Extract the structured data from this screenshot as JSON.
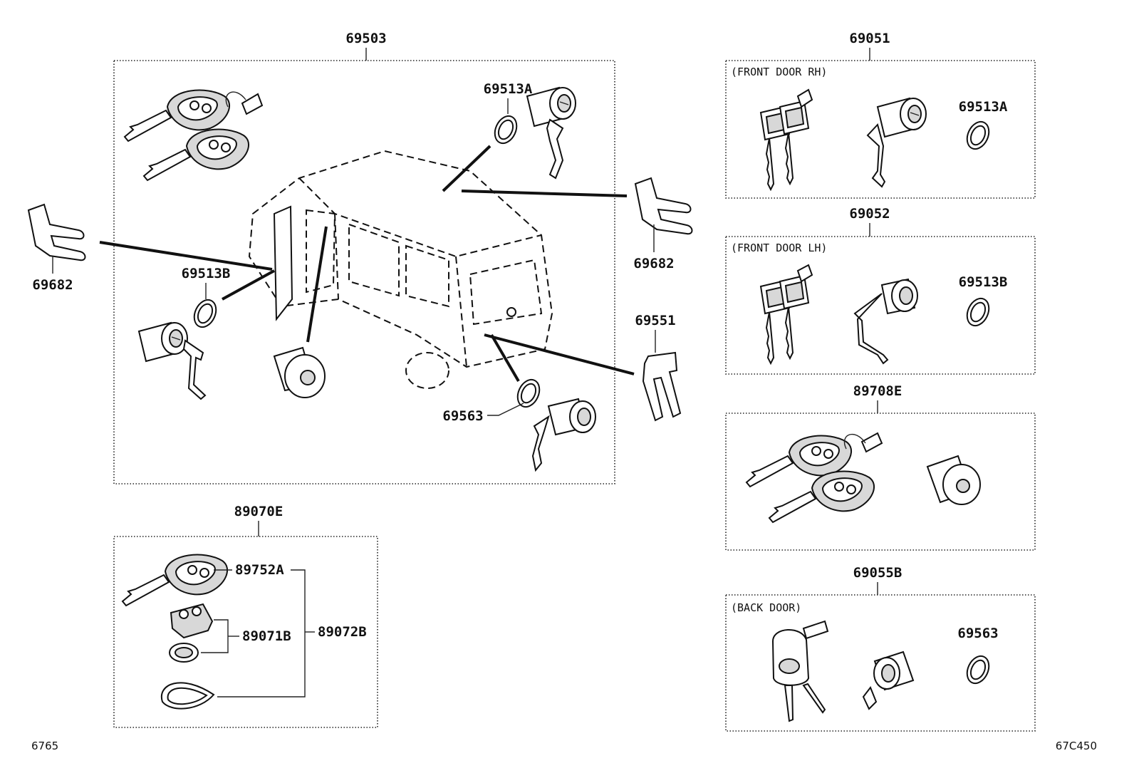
{
  "main_assembly": {
    "part_no": "69503",
    "labels": {
      "lock_front_rh_ring": "69513A",
      "lock_front_lh_ring": "69513B",
      "back_door_ring": "69563",
      "bracket_left": "69682",
      "bracket_right": "69682",
      "bracket_back": "69551"
    }
  },
  "front_door_rh_set": {
    "part_no": "69051",
    "note": "(FRONT DOOR RH)",
    "ring": "69513A"
  },
  "front_door_lh_set": {
    "part_no": "69052",
    "note": "(FRONT DOOR LH)",
    "ring": "69513B"
  },
  "ignition_set": {
    "part_no": "89708E"
  },
  "back_door_set": {
    "part_no": "69055B",
    "note": "(BACK DOOR)",
    "ring": "69563"
  },
  "key_assembly": {
    "part_no": "89070E",
    "key_head": "89752A",
    "battery_case": "89071B",
    "transmitter": "89072B"
  },
  "footer": {
    "left_code": "6765",
    "right_code": "67C450"
  },
  "colors": {
    "ink": "#111111",
    "background": "#ffffff"
  }
}
